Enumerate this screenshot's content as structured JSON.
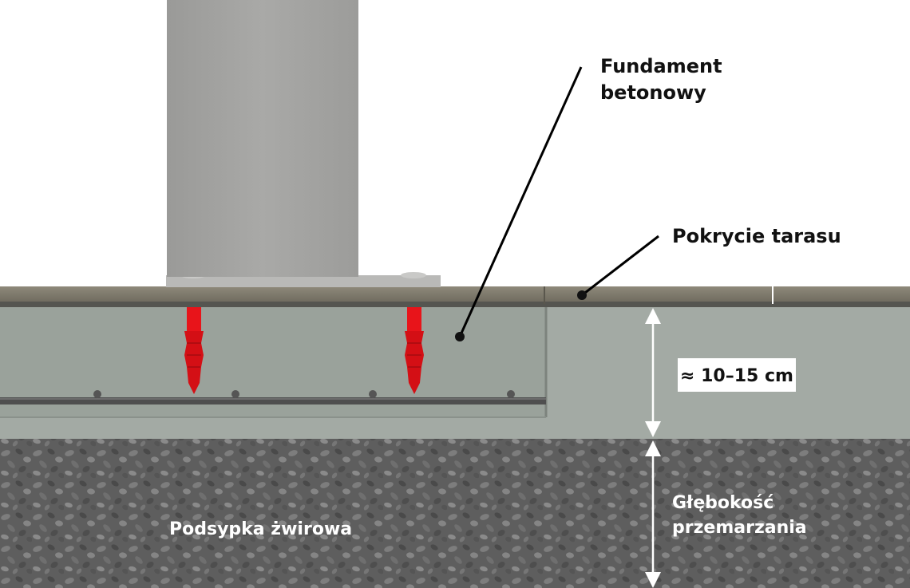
{
  "labels": {
    "foundation_line1": "Fundament",
    "foundation_line2": "betonowy",
    "terrace_cover": "Pokrycie tarasu",
    "dimension": "≈ 10–15 cm",
    "gravel": "Podsypka żwirowa",
    "frost_line1": "Głębokość",
    "frost_line2": "przemarzania"
  },
  "colors": {
    "post": "#a5a5a3",
    "surface": "#7a7668",
    "concrete": "#a4aba5",
    "gravel": "#5e5e5e",
    "anchor": "#e8141a",
    "leader": "#000000"
  }
}
